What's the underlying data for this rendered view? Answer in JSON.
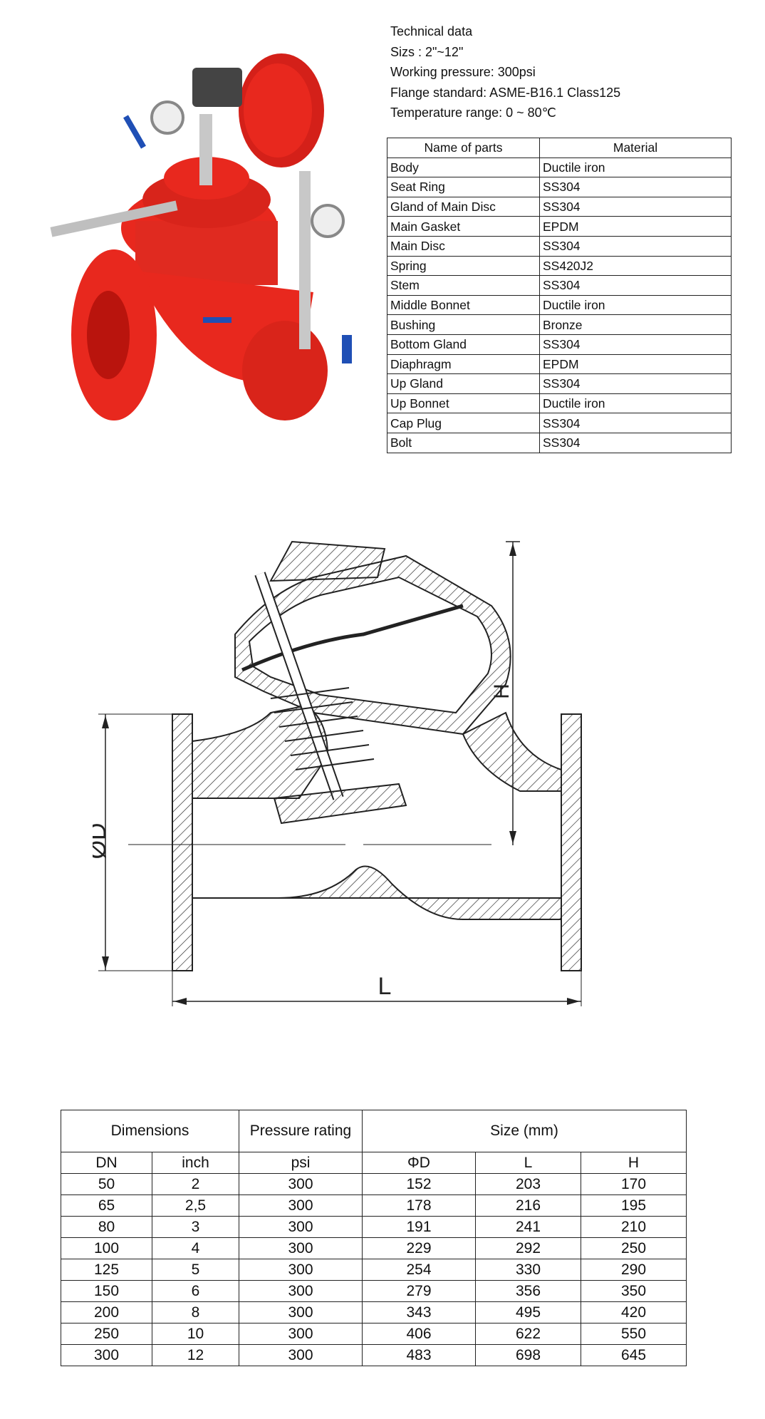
{
  "technical": {
    "title": "Technical data",
    "sizes": "Sizs : 2\"~12\"",
    "working_pressure": "Working pressure:  300psi",
    "flange_standard": "Flange standard:  ASME-B16.1 Class125",
    "temperature_range": "Temperature range:   0 ~ 80℃"
  },
  "parts_table": {
    "headers": [
      "Name of parts",
      "Material"
    ],
    "rows": [
      [
        "Body",
        "Ductile iron"
      ],
      [
        "Seat Ring",
        "SS304"
      ],
      [
        "Gland of Main Disc",
        "SS304"
      ],
      [
        "Main Gasket",
        "EPDM"
      ],
      [
        "Main Disc",
        "SS304"
      ],
      [
        "Spring",
        "SS420J2"
      ],
      [
        "Stem",
        "SS304"
      ],
      [
        "Middle Bonnet",
        "Ductile iron"
      ],
      [
        "Bushing",
        "Bronze"
      ],
      [
        "Bottom Gland",
        "SS304"
      ],
      [
        "Diaphragm",
        "EPDM"
      ],
      [
        "Up Gland",
        "SS304"
      ],
      [
        "Up Bonnet",
        "Ductile iron"
      ],
      [
        "Cap Plug",
        "SS304"
      ],
      [
        "Bolt",
        "SS304"
      ]
    ]
  },
  "drawing": {
    "label_h": "H",
    "label_d": "ØD",
    "label_l": "L"
  },
  "dimensions_table": {
    "group_headers": [
      "Dimensions",
      "Pressure rating",
      "Size (mm)"
    ],
    "sub_headers": [
      "DN",
      "inch",
      "psi",
      "ΦD",
      "L",
      "H"
    ],
    "rows": [
      [
        "50",
        "2",
        "300",
        "152",
        "203",
        "170"
      ],
      [
        "65",
        "2,5",
        "300",
        "178",
        "216",
        "195"
      ],
      [
        "80",
        "3",
        "300",
        "191",
        "241",
        "210"
      ],
      [
        "100",
        "4",
        "300",
        "229",
        "292",
        "250"
      ],
      [
        "125",
        "5",
        "300",
        "254",
        "330",
        "290"
      ],
      [
        "150",
        "6",
        "300",
        "279",
        "356",
        "350"
      ],
      [
        "200",
        "8",
        "300",
        "343",
        "495",
        "420"
      ],
      [
        "250",
        "10",
        "300",
        "406",
        "622",
        "550"
      ],
      [
        "300",
        "12",
        "300",
        "483",
        "698",
        "645"
      ]
    ]
  },
  "colors": {
    "valve_red": "#e8281e",
    "line": "#222222"
  }
}
